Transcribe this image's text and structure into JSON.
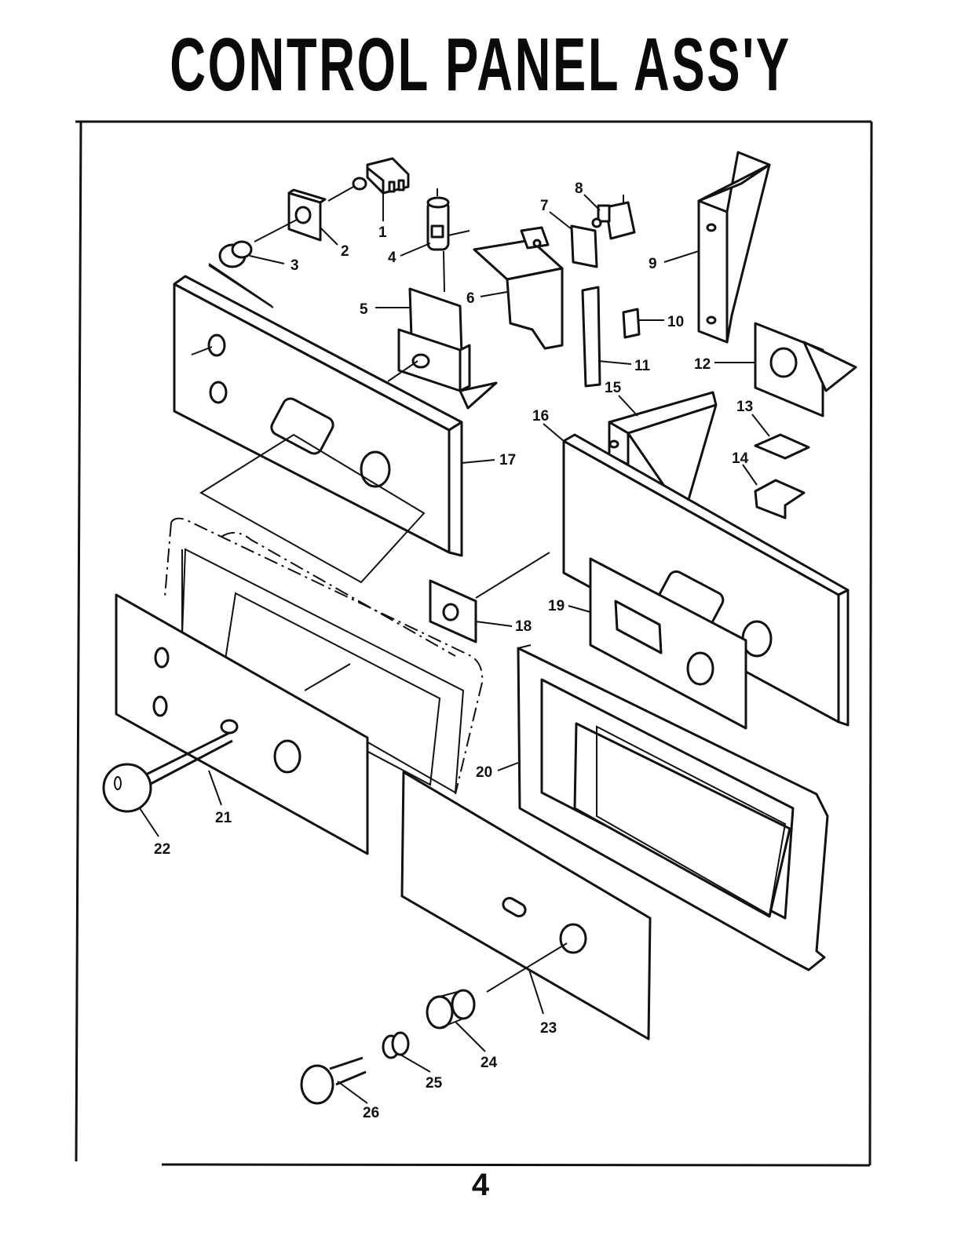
{
  "title": "CONTROL PANEL ASS'Y",
  "page_number": "4",
  "callouts": [
    {
      "id": "1",
      "label": "1"
    },
    {
      "id": "2",
      "label": "2"
    },
    {
      "id": "3",
      "label": "3"
    },
    {
      "id": "4",
      "label": "4"
    },
    {
      "id": "5",
      "label": "5"
    },
    {
      "id": "6",
      "label": "6"
    },
    {
      "id": "7",
      "label": "7"
    },
    {
      "id": "8",
      "label": "8"
    },
    {
      "id": "9",
      "label": "9"
    },
    {
      "id": "10",
      "label": "10"
    },
    {
      "id": "11",
      "label": "11"
    },
    {
      "id": "12",
      "label": "12"
    },
    {
      "id": "13",
      "label": "13"
    },
    {
      "id": "14",
      "label": "14"
    },
    {
      "id": "15",
      "label": "15"
    },
    {
      "id": "16",
      "label": "16"
    },
    {
      "id": "17",
      "label": "17"
    },
    {
      "id": "18",
      "label": "18"
    },
    {
      "id": "19",
      "label": "19"
    },
    {
      "id": "20",
      "label": "20"
    },
    {
      "id": "21",
      "label": "21"
    },
    {
      "id": "22",
      "label": "22"
    },
    {
      "id": "23",
      "label": "23"
    },
    {
      "id": "24",
      "label": "24"
    },
    {
      "id": "25",
      "label": "25"
    },
    {
      "id": "26",
      "label": "26"
    }
  ]
}
